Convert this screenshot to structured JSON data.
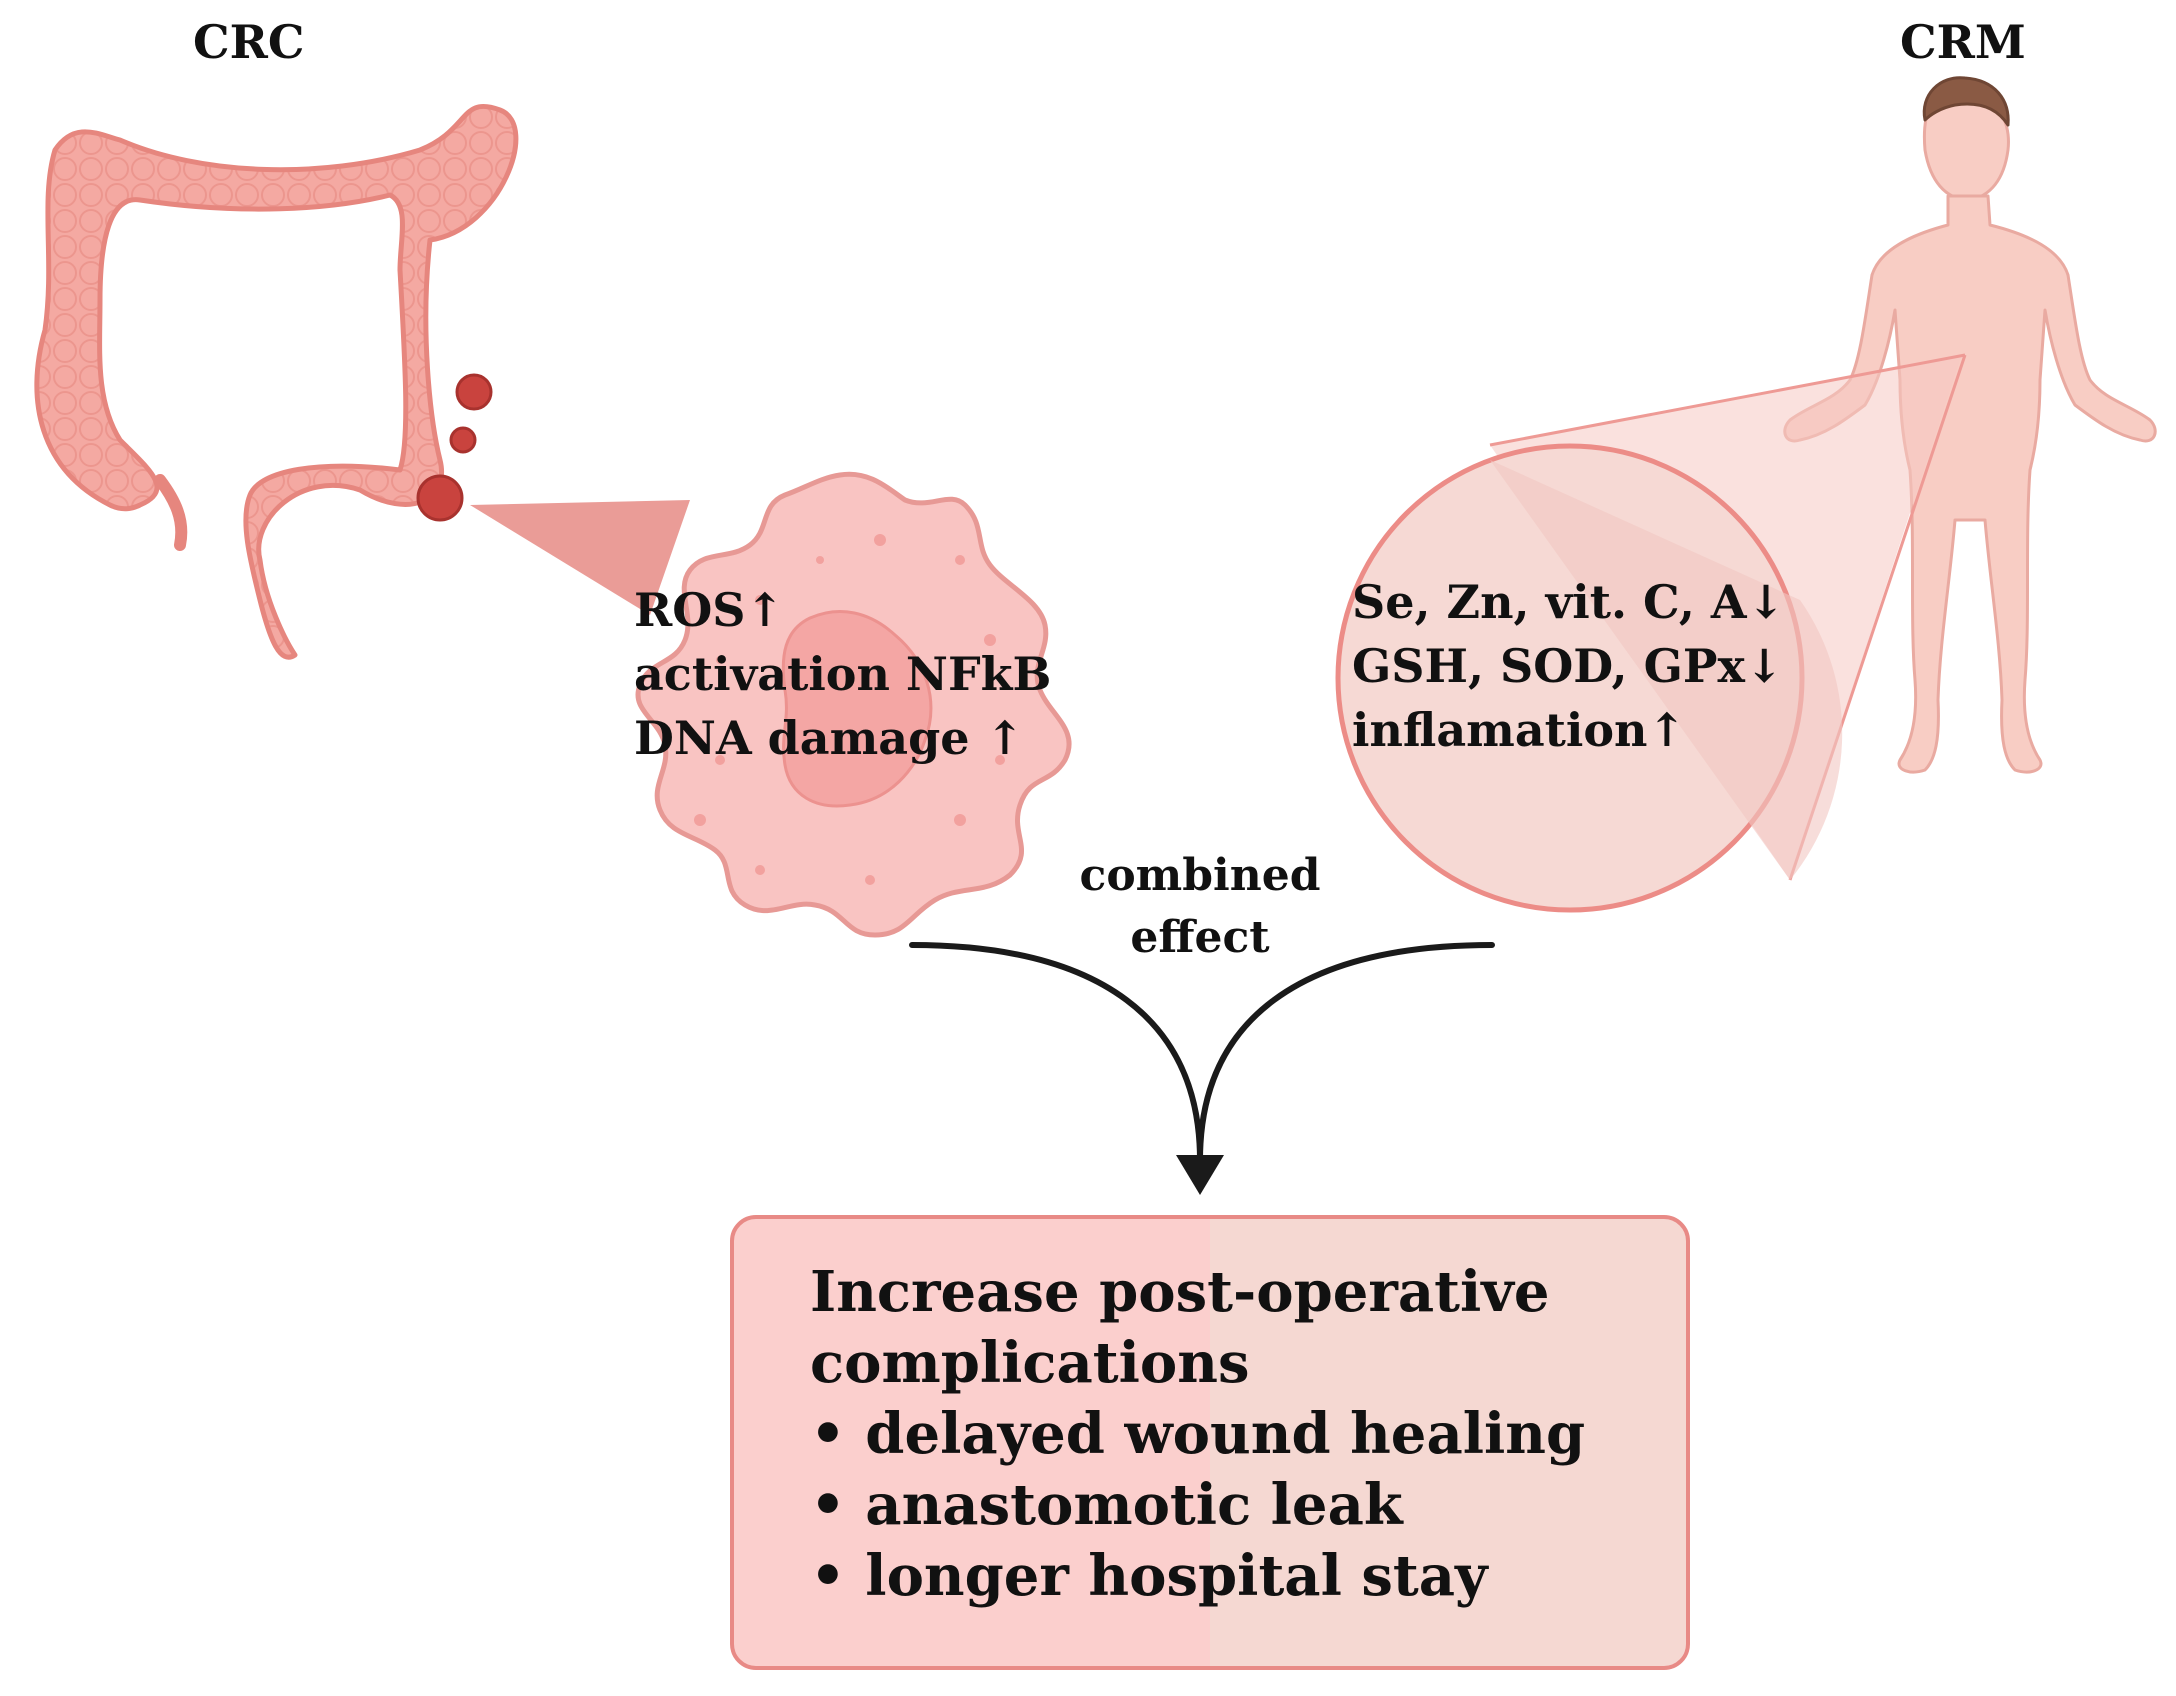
{
  "labels": {
    "left_title": "CRC",
    "right_title": "CRM",
    "combined": [
      "combined",
      "effect"
    ]
  },
  "crc_effects": [
    "ROS↑",
    "activation NFkB",
    "DNA damage ↑"
  ],
  "crm_effects": [
    "Se, Zn, vit. C, A↓",
    "GSH, SOD, GPx↓",
    "inflamation↑"
  ],
  "outcome": {
    "heading": [
      "Increase post-operative",
      "complications"
    ],
    "bullets": [
      "• delayed wound healing",
      "• anastomotic leak",
      "• longer hospital stay"
    ]
  },
  "colors": {
    "colon": "#f4a9a2",
    "colon_outline": "#e6867e",
    "tumor": "#c9433e",
    "cell": "#f9c4c2",
    "nucleus": "#f4a6a4",
    "body": "#f8cdc4",
    "circle_fill": "#f6d9d4",
    "box_left": "#fbcfcd",
    "box_right": "#f5d8d2",
    "arrow": "#1a1a1a"
  },
  "icons": [
    "colon-icon",
    "tumor-icon",
    "cancer-cell-icon",
    "human-body-icon",
    "magnifier-circle-icon",
    "merge-arrow-icon"
  ]
}
